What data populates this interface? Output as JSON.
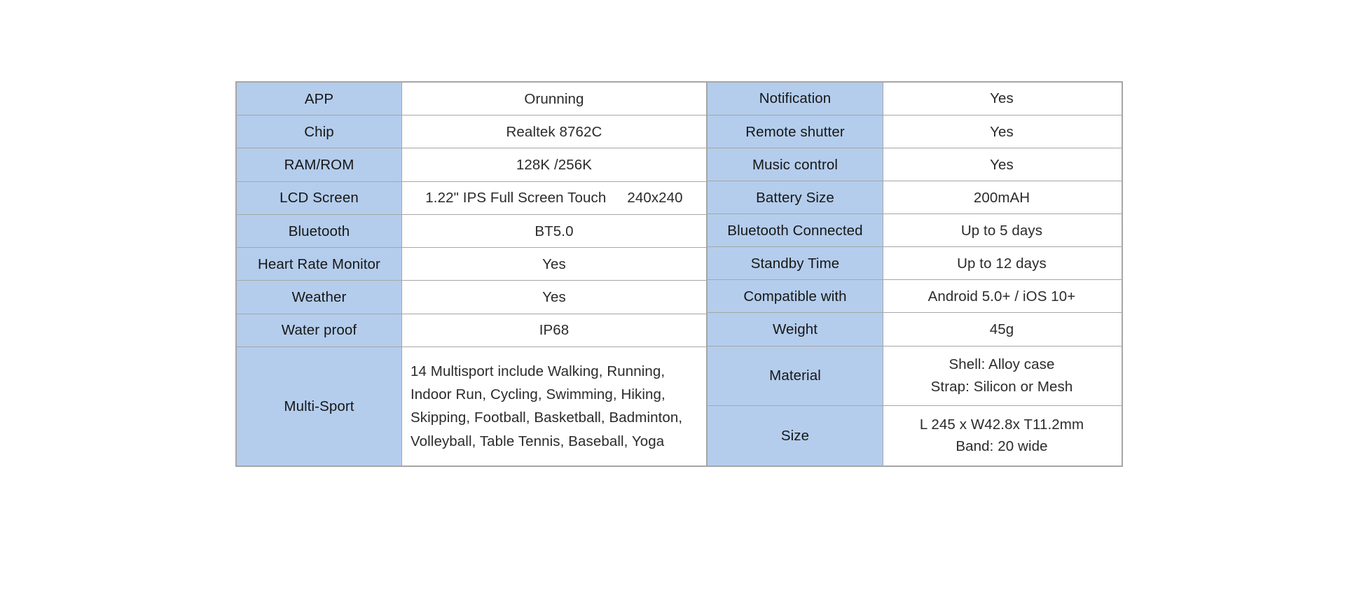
{
  "table": {
    "name": "smartwatch-specification-table",
    "accent_blue": "#b4cdec",
    "border_color": "#a6a6a6",
    "text_color": "#2b2b2b",
    "left": [
      {
        "label": "APP",
        "value": "Orunning"
      },
      {
        "label": "Chip",
        "value": "Realtek 8762C"
      },
      {
        "label": "RAM/ROM",
        "value": "128K /256K"
      },
      {
        "label": "LCD Screen",
        "value": "1.22\" IPS Full Screen Touch",
        "value2": "240x240"
      },
      {
        "label": "Bluetooth",
        "value": "BT5.0"
      },
      {
        "label": "Heart Rate Monitor",
        "value": "Yes"
      },
      {
        "label": "Weather",
        "value": "Yes"
      },
      {
        "label": "Water proof",
        "value": "IP68"
      },
      {
        "label": "Multi-Sport",
        "value": "14 Multisport include Walking, Running, Indoor Run, Cycling, Swimming, Hiking, Skipping, Football, Basketball, Badminton, Volleyball, Table Tennis, Baseball, Yoga"
      }
    ],
    "right": [
      {
        "label": "Notification",
        "value": "Yes"
      },
      {
        "label": "Remote shutter",
        "value": "Yes"
      },
      {
        "label": "Music control",
        "value": "Yes"
      },
      {
        "label": "Battery Size",
        "value": "200mAH"
      },
      {
        "label": "Bluetooth Connected",
        "value": "Up to 5 days"
      },
      {
        "label": "Standby Time",
        "value": "Up to 12 days"
      },
      {
        "label": "Compatible with",
        "value": "Android 5.0+ / iOS 10+"
      },
      {
        "label": "Weight",
        "value": "45g"
      },
      {
        "label": "Material",
        "value_line1": "Shell: Alloy case",
        "value_line2": "Strap:  Silicon or Mesh"
      },
      {
        "label": "Size",
        "value_line1": "L 245 x W42.8x T11.2mm",
        "value_line2": "Band: 20 wide"
      }
    ]
  }
}
